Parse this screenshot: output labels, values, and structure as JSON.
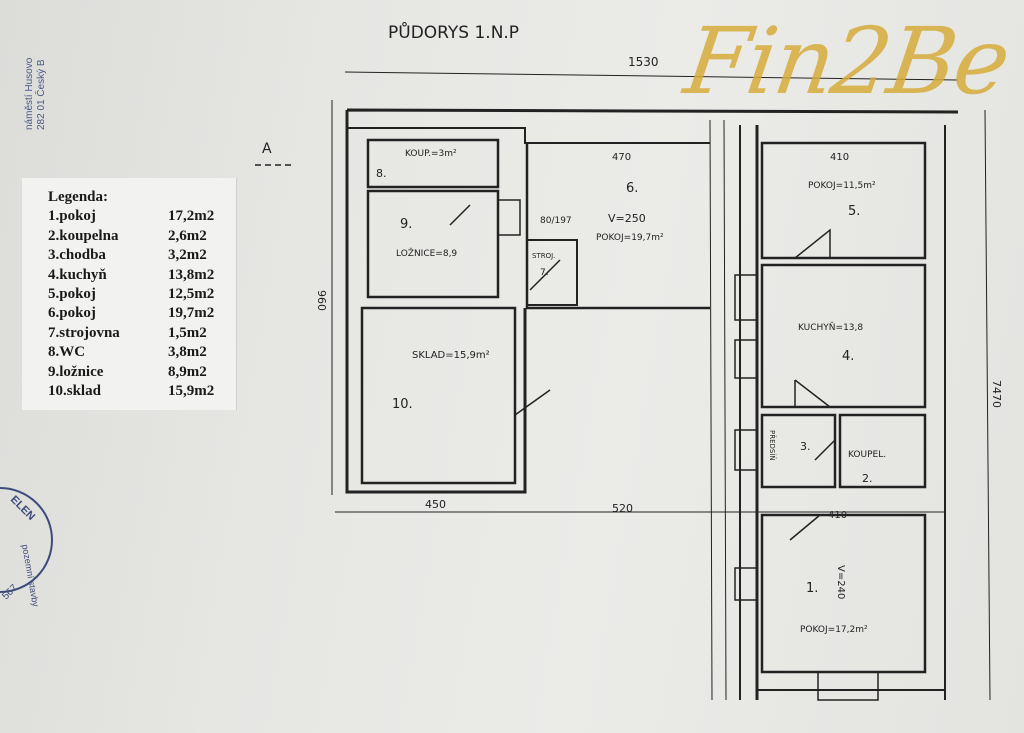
{
  "title": "PŮDORYS 1.N.P",
  "logo": "Fin2Be",
  "address": [
    "náměstí Husovo",
    "282 01 Český B"
  ],
  "stamp": {
    "text": "ELEN",
    "sub": "pozemní stavby",
    "num": "567"
  },
  "legend": {
    "heading": "Legenda:",
    "items": [
      {
        "name": "1.pokoj",
        "area": "17,2m2"
      },
      {
        "name": "2.koupelna",
        "area": "2,6m2"
      },
      {
        "name": "3.chodba",
        "area": "3,2m2"
      },
      {
        "name": "4.kuchyň",
        "area": "13,8m2"
      },
      {
        "name": "5.pokoj",
        "area": "12,5m2"
      },
      {
        "name": "6.pokoj",
        "area": "19,7m2"
      },
      {
        "name": "7.strojovna",
        "area": "1,5m2"
      },
      {
        "name": "8.WC",
        "area": "3,8m2"
      },
      {
        "name": "9.ložnice",
        "area": "8,9m2"
      },
      {
        "name": "10.sklad",
        "area": "15,9m2"
      }
    ]
  },
  "plan": {
    "section_mark": "A",
    "dims": {
      "total_width": "1530",
      "left_height": "960",
      "right_height": "7470",
      "bottom_left": "450",
      "bottom_mid": "520",
      "top_room6": "470",
      "top_room5": "410",
      "room1_width": "410"
    },
    "rooms": {
      "r1": {
        "num": "1.",
        "label": "POKOJ=17,2m²",
        "v": "V=240"
      },
      "r2": {
        "num": "2.",
        "label": "KOUPEL."
      },
      "r3": {
        "num": "3.",
        "label": "PŘEDSÍŇ"
      },
      "r4": {
        "num": "4.",
        "label": "KUCHYŇ=13,8"
      },
      "r5": {
        "num": "5.",
        "label": "POKOJ=11,5m²"
      },
      "r6": {
        "num": "6.",
        "label": "POKOJ=19,7m²",
        "v": "V=250"
      },
      "r7": {
        "num": "7.",
        "label": "STROJ."
      },
      "r8": {
        "num": "8.",
        "label": "KOUP.=3m²"
      },
      "r9": {
        "num": "9.",
        "label": "LOŽNICE=8,9"
      },
      "r10": {
        "num": "10.",
        "label": "SKLAD=15,9m²"
      }
    },
    "door_label": "80/197"
  }
}
